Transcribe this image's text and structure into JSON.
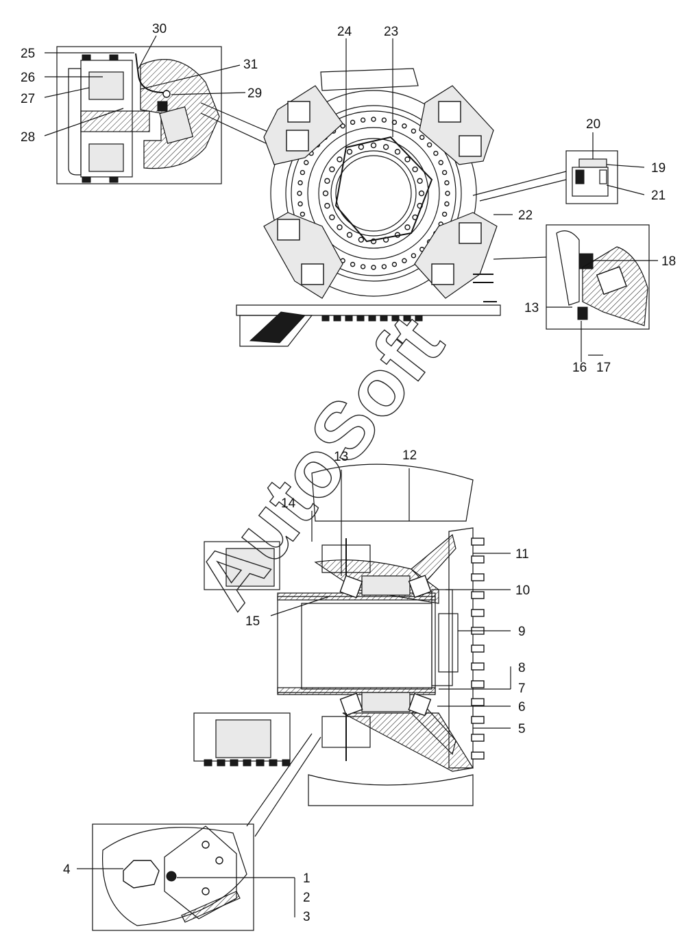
{
  "watermark": "AutoSoft",
  "callouts": {
    "c1": "1",
    "c2": "2",
    "c3": "3",
    "c4": "4",
    "c5": "5",
    "c6": "6",
    "c7": "7",
    "c8": "8",
    "c9": "9",
    "c10": "10",
    "c11": "11",
    "c12": "12",
    "c13_main": "13",
    "c14": "14",
    "c15": "15",
    "c13_detail": "13",
    "c16": "16",
    "c17": "17",
    "c18": "18",
    "c19": "19",
    "c20": "20",
    "c21": "21",
    "c22": "22",
    "c23": "23",
    "c24": "24",
    "c25": "25",
    "c26": "26",
    "c27": "27",
    "c28": "28",
    "c29": "29",
    "c30": "30",
    "c31": "31"
  }
}
